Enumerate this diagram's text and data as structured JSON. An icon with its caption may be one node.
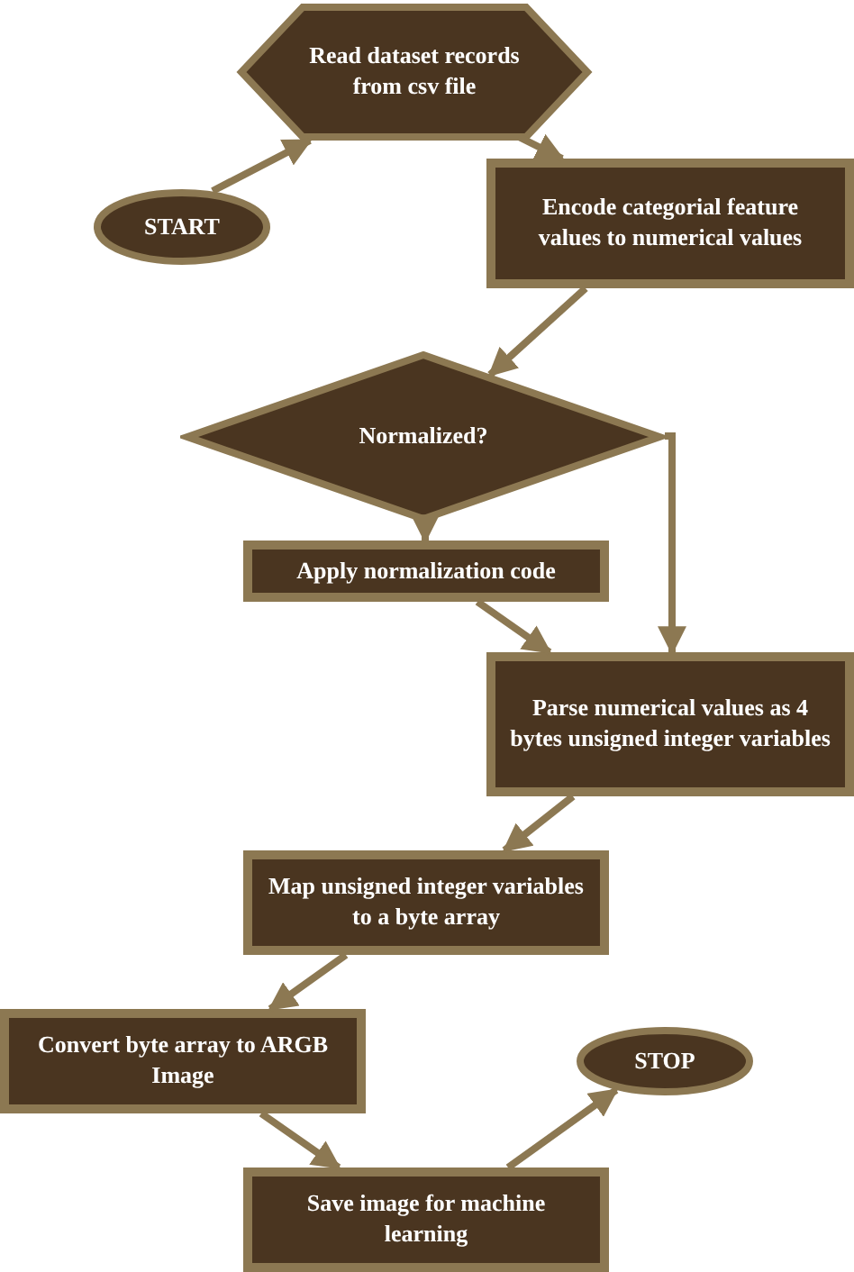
{
  "diagram": {
    "nodes": [
      {
        "text": [
          "START"
        ]
      },
      {
        "text": [
          "Read dataset records from csv file"
        ]
      },
      {
        "text": [
          "Encode categorial feature values to numerical values"
        ]
      },
      {
        "text": [
          "Normalized?"
        ]
      },
      {
        "text": [
          "Apply normalization code"
        ]
      },
      {
        "text": [
          "Parse numerical values as 4 bytes unsigned integer variables"
        ]
      },
      {
        "text": [
          "Map unsigned integer variables to a byte array"
        ]
      },
      {
        "text": [
          "Convert byte array to ARGB Image"
        ]
      },
      {
        "text": [
          "STOP"
        ]
      },
      {
        "text": [
          "Save image for machine learning"
        ]
      }
    ],
    "edges": [
      {
        "from": 0,
        "to": 1,
        "arrow": "to"
      },
      {
        "from": 1,
        "to": 2,
        "arrow": "to"
      },
      {
        "from": 2,
        "to": 3,
        "arrow": "to"
      },
      {
        "from": 3,
        "to": 4,
        "arrow": "to"
      },
      {
        "from": 3,
        "to": 5,
        "arrow": "to"
      },
      {
        "from": 4,
        "to": 5,
        "arrow": "to"
      },
      {
        "from": 5,
        "to": 6,
        "arrow": "to"
      },
      {
        "from": 6,
        "to": 7,
        "arrow": "to"
      },
      {
        "from": 7,
        "to": 9,
        "arrow": "to"
      },
      {
        "from": 9,
        "to": 8,
        "arrow": "to"
      }
    ]
  }
}
